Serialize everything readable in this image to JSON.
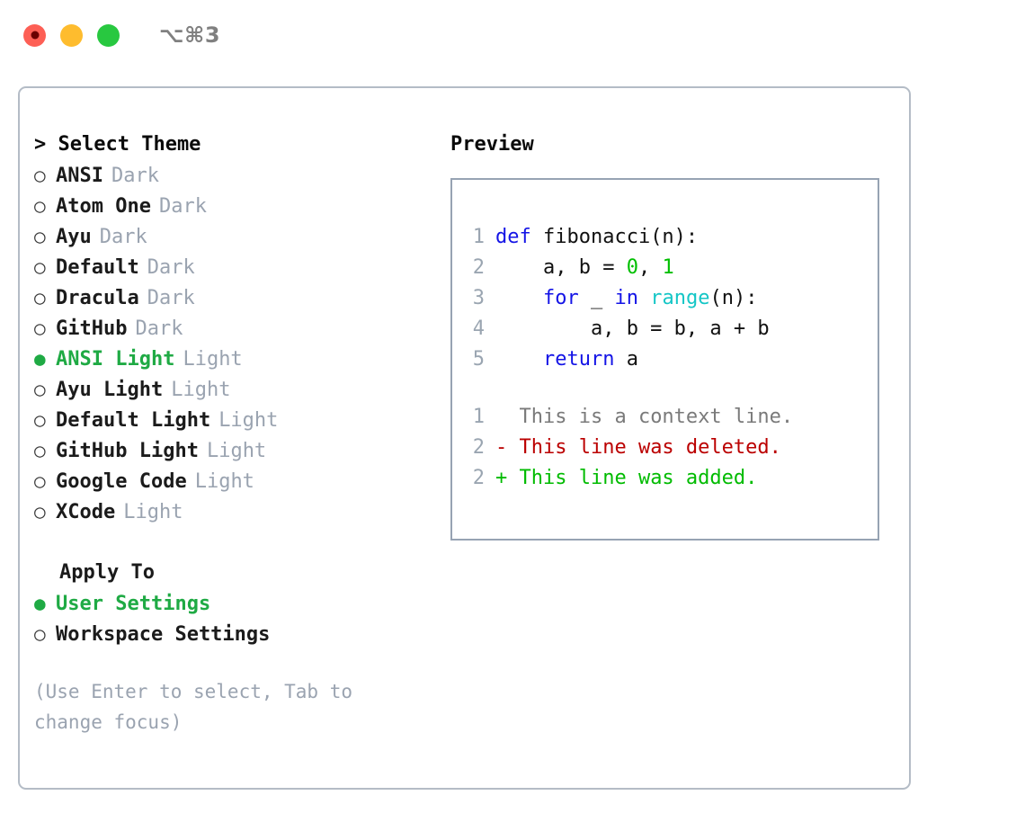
{
  "window": {
    "title": "⌥⌘3",
    "traffic_lights": [
      {
        "name": "close-button",
        "color": "#fd5f55"
      },
      {
        "name": "minimize-button",
        "color": "#febc2e"
      },
      {
        "name": "maximize-button",
        "color": "#28c840"
      }
    ]
  },
  "theme_picker": {
    "heading": "> Select Theme",
    "bullet_unselected": "○",
    "bullet_selected": "●",
    "selected_theme": "ANSI Light",
    "accent_color": "#1faa44",
    "variant_color": "#9aa3b0",
    "items": [
      {
        "label": "ANSI",
        "variant": "Dark",
        "selected": false
      },
      {
        "label": "Atom One",
        "variant": "Dark",
        "selected": false
      },
      {
        "label": "Ayu",
        "variant": "Dark",
        "selected": false
      },
      {
        "label": "Default",
        "variant": "Dark",
        "selected": false
      },
      {
        "label": "Dracula",
        "variant": "Dark",
        "selected": false
      },
      {
        "label": "GitHub",
        "variant": "Dark",
        "selected": false
      },
      {
        "label": "ANSI Light",
        "variant": "Light",
        "selected": true
      },
      {
        "label": "Ayu Light",
        "variant": "Light",
        "selected": false
      },
      {
        "label": "Default Light",
        "variant": "Light",
        "selected": false
      },
      {
        "label": "GitHub Light",
        "variant": "Light",
        "selected": false
      },
      {
        "label": "Google Code",
        "variant": "Light",
        "selected": false
      },
      {
        "label": "XCode",
        "variant": "Light",
        "selected": false
      }
    ]
  },
  "apply_to": {
    "heading": "Apply To",
    "selected_option": "User Settings",
    "options": [
      {
        "label": "User Settings",
        "selected": true
      },
      {
        "label": "Workspace Settings",
        "selected": false
      }
    ]
  },
  "hint": "(Use Enter to select, Tab to change focus)",
  "preview": {
    "heading": "Preview",
    "border_color": "#97a3b3",
    "lineno_color": "#9aa5b1",
    "code_lines": [
      {
        "no": "1",
        "tokens": [
          {
            "text": "def ",
            "kind": "kw"
          },
          {
            "text": "fibonacci(n):",
            "kind": "plain"
          }
        ]
      },
      {
        "no": "2",
        "tokens": [
          {
            "text": "    a, b = ",
            "kind": "plain"
          },
          {
            "text": "0",
            "kind": "num"
          },
          {
            "text": ", ",
            "kind": "plain"
          },
          {
            "text": "1",
            "kind": "num"
          }
        ]
      },
      {
        "no": "3",
        "tokens": [
          {
            "text": "    ",
            "kind": "plain"
          },
          {
            "text": "for",
            "kind": "kw"
          },
          {
            "text": " _ ",
            "kind": "plain"
          },
          {
            "text": "in",
            "kind": "kw"
          },
          {
            "text": " ",
            "kind": "plain"
          },
          {
            "text": "range",
            "kind": "fn"
          },
          {
            "text": "(n):",
            "kind": "plain"
          }
        ]
      },
      {
        "no": "4",
        "tokens": [
          {
            "text": "        a, b = b, a + b",
            "kind": "plain"
          }
        ]
      },
      {
        "no": "5",
        "tokens": [
          {
            "text": "    ",
            "kind": "plain"
          },
          {
            "text": "return",
            "kind": "kw"
          },
          {
            "text": " a",
            "kind": "plain"
          }
        ]
      }
    ],
    "diff_lines": [
      {
        "no": "1",
        "marker": " ",
        "text": " This is a context line.",
        "kind": "context"
      },
      {
        "no": "2",
        "marker": "-",
        "text": " This line was deleted.",
        "kind": "del"
      },
      {
        "no": "2",
        "marker": "+",
        "text": " This line was added.",
        "kind": "add"
      }
    ],
    "diff_colors": {
      "context": "#7a7a7a",
      "deleted": "#bb0000",
      "added": "#00bb00"
    }
  }
}
